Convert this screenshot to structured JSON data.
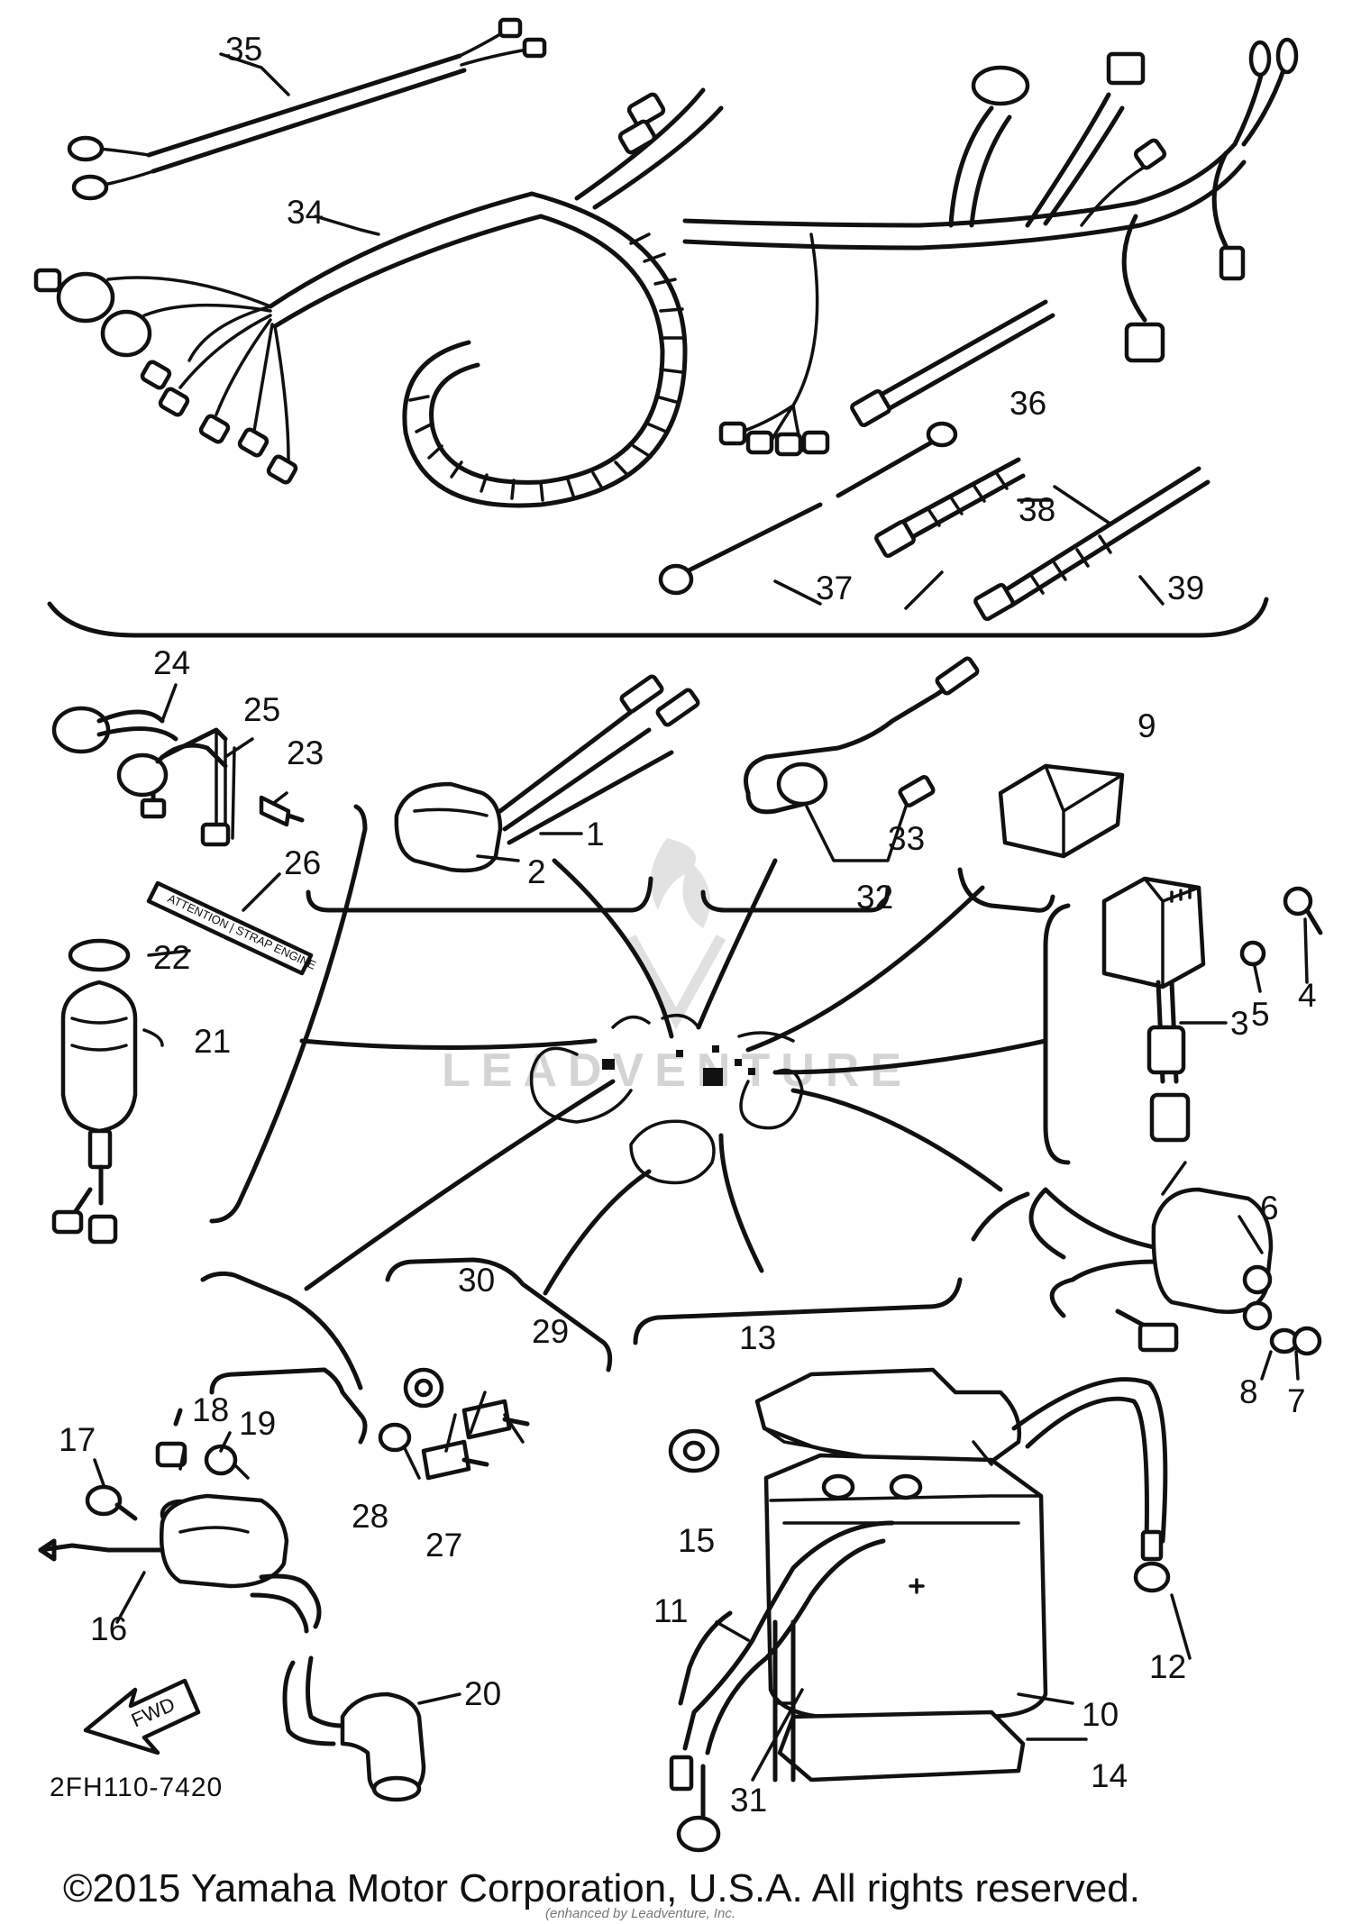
{
  "diagram": {
    "drawing_code": "2FH110-7420",
    "copyright": "©2015 Yamaha Motor Corporation, U.S.A. All rights reserved.",
    "credit": "(enhanced by Leadventure, Inc.",
    "watermark_text": "LEADVENTURE",
    "direction_arrow_label": "FWD",
    "sticker_label": "ATTENTION | STRAP ENGINE",
    "callouts": {
      "c1": "1",
      "c2": "2",
      "c3": "3",
      "c4": "4",
      "c5": "5",
      "c6": "6",
      "c7": "7",
      "c8": "8",
      "c9": "9",
      "c10": "10",
      "c11": "11",
      "c12": "12",
      "c13": "13",
      "c14": "14",
      "c15": "15",
      "c16": "16",
      "c17": "17",
      "c18": "18",
      "c19": "19",
      "c20": "20",
      "c21": "21",
      "c22": "22",
      "c23": "23",
      "c24": "24",
      "c25": "25",
      "c26": "26",
      "c27": "27",
      "c28": "28",
      "c29": "29",
      "c30": "30",
      "c31": "31",
      "c32": "32",
      "c33": "33",
      "c34": "34",
      "c35": "35",
      "c36": "36",
      "c37": "37",
      "c38": "38",
      "c39": "39"
    }
  }
}
